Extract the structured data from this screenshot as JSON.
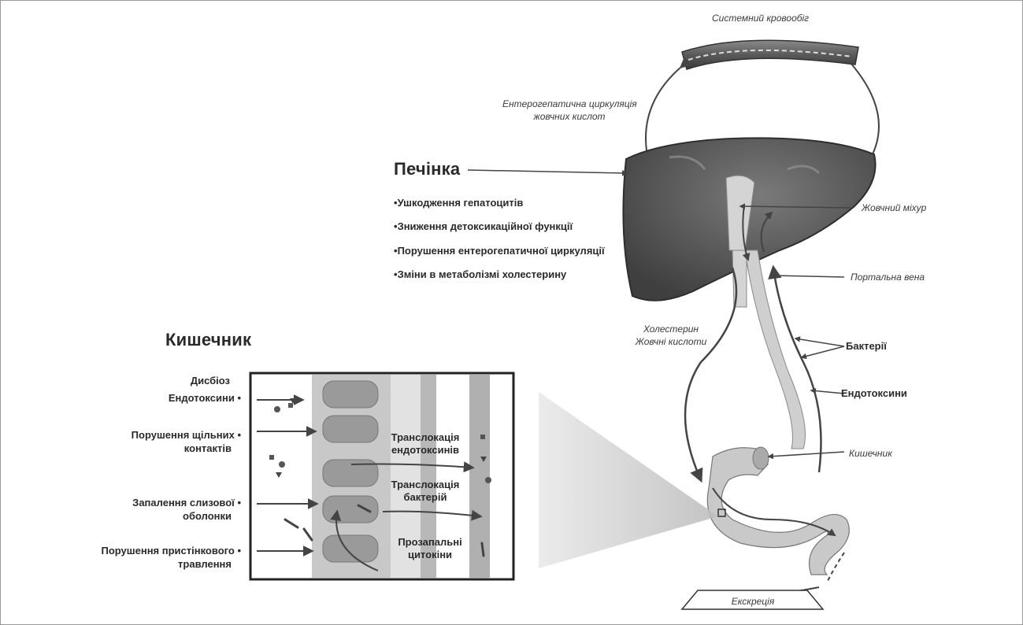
{
  "systemic_circulation": "Системний кровообіг",
  "enterohepatic": [
    "Ентерогепатична циркуляція",
    "жовчних кислот"
  ],
  "liver": {
    "title": "Печінка",
    "items": [
      "Ушкодження гепатоцитів",
      "Зниження детоксикаційної функції",
      "Порушення ентерогепатичної циркуляції",
      "Зміни в метаболізмі холестерину"
    ]
  },
  "gallbladder": "Жовчний міхур",
  "portal_vein": "Портальна вена",
  "cholesterol_bile": [
    "Холестерин",
    "Жовчні кислоти"
  ],
  "bacteria": "Бактерії",
  "endotoxins": "Ендотоксини",
  "intestine_label": "Кишечник",
  "excretion": "Екскреція",
  "intestine": {
    "title": "Кишечник",
    "dysbiosis": "Дисбіоз",
    "left_items": [
      [
        "Ендотоксини"
      ],
      [
        "Порушення щільних",
        "контактів"
      ],
      [
        "Запалення слизової",
        "оболонки"
      ],
      [
        "Порушення пристінкового",
        "травлення"
      ]
    ],
    "inset": {
      "endotoxin_translocation": [
        "Транслокація",
        "ендотоксинів"
      ],
      "bacteria_translocation": [
        "Транслокація",
        "бактерій"
      ],
      "cytokines": [
        "Прозапальні",
        "цитокіни"
      ]
    }
  }
}
